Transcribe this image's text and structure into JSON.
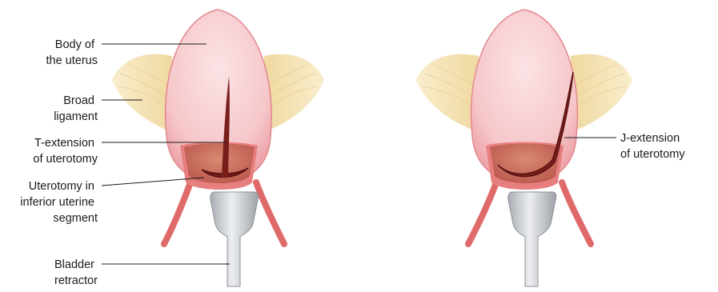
{
  "left_figure": {
    "labels": {
      "body_line1": "Body of",
      "body_line2": "the uterus",
      "broad_line1": "Broad",
      "broad_line2": "ligament",
      "text_line1": "T-extension",
      "text_line2": "of uterotomy",
      "utero_line1": "Uterotomy in",
      "utero_line2": "inferior uterine",
      "utero_line3": "segment",
      "bladder_line1": "Bladder",
      "bladder_line2": "retractor"
    }
  },
  "right_figure": {
    "labels": {
      "j_line1": "J-extension",
      "j_line2": "of uterotomy"
    }
  },
  "colors": {
    "uterus": "#f6c7ca",
    "uterus_edge": "#e2888d",
    "ligament": "#f4e2b4",
    "incision_field": "#c96a5b",
    "cut": "#7a1e1c",
    "vessel": "#e06a6a",
    "retractor": "#c9ccd0"
  }
}
